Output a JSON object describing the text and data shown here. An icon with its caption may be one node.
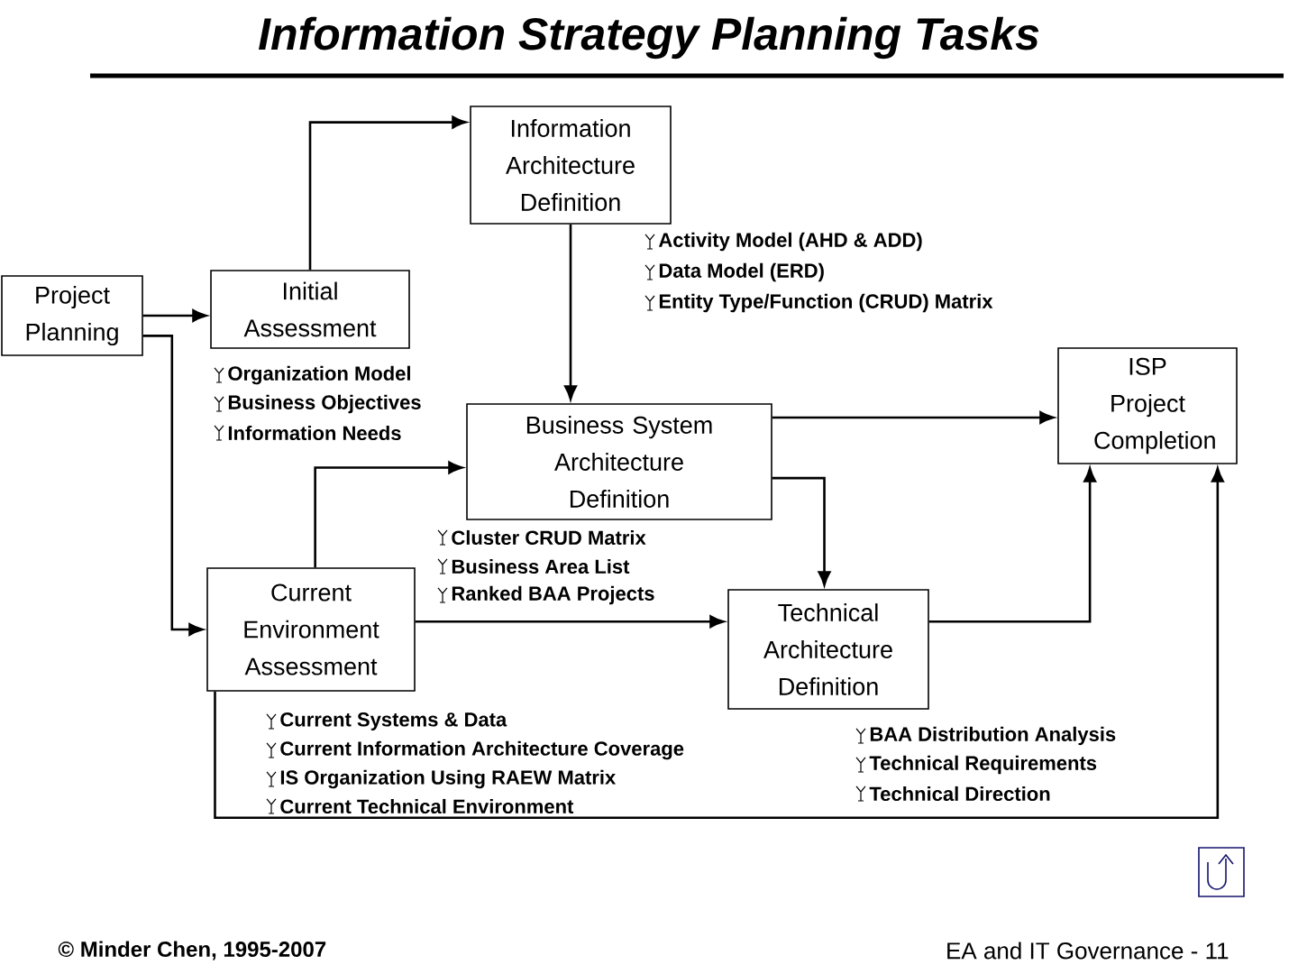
{
  "diagram": {
    "title": "Information Strategy Planning Tasks",
    "nodes": [
      {
        "text": [
          "Project Planning"
        ]
      },
      {
        "text": [
          "Initial Assessment"
        ]
      },
      {
        "text": [
          "Information Architecture Definition"
        ]
      },
      {
        "text": [
          "Business System Architecture Definition"
        ]
      },
      {
        "text": [
          "Current Environment Assessment"
        ]
      },
      {
        "text": [
          "Technical Architecture Definition"
        ]
      },
      {
        "text": [
          "ISP Project Completion"
        ]
      }
    ],
    "edges": [
      {
        "from": 0,
        "to": 1,
        "arrow": "to"
      },
      {
        "from": 0,
        "to": 4,
        "arrow": "to"
      },
      {
        "from": 1,
        "to": 2,
        "arrow": "to"
      },
      {
        "from": 2,
        "to": 3,
        "arrow": "to"
      },
      {
        "from": 4,
        "to": 3,
        "arrow": "to"
      },
      {
        "from": 4,
        "to": 5,
        "arrow": "to"
      },
      {
        "from": 3,
        "to": 6,
        "arrow": "to"
      },
      {
        "from": 3,
        "to": 5,
        "arrow": "to"
      },
      {
        "from": 5,
        "to": 6,
        "arrow": "to"
      },
      {
        "from": 4,
        "to": 6,
        "arrow": "to"
      }
    ],
    "labels": [
      "Activity Model (AHD & ADD)",
      "Data Model (ERD)",
      "Entity Type/Function (CRUD) Matrix",
      "Organization Model",
      "Business Objectives",
      "Information Needs",
      "Cluster CRUD Matrix",
      "Business Area List",
      "Ranked BAA Projects",
      "Current Systems & Data",
      "Current Information Architecture Coverage",
      "IS Organization Using RAEW Matrix",
      "Current Technical Environment",
      "BAA Distribution Analysis",
      "Technical Requirements",
      "Technical Direction",
      "© Minder Chen, 1995-2007",
      "EA and IT Governance - 11"
    ]
  }
}
